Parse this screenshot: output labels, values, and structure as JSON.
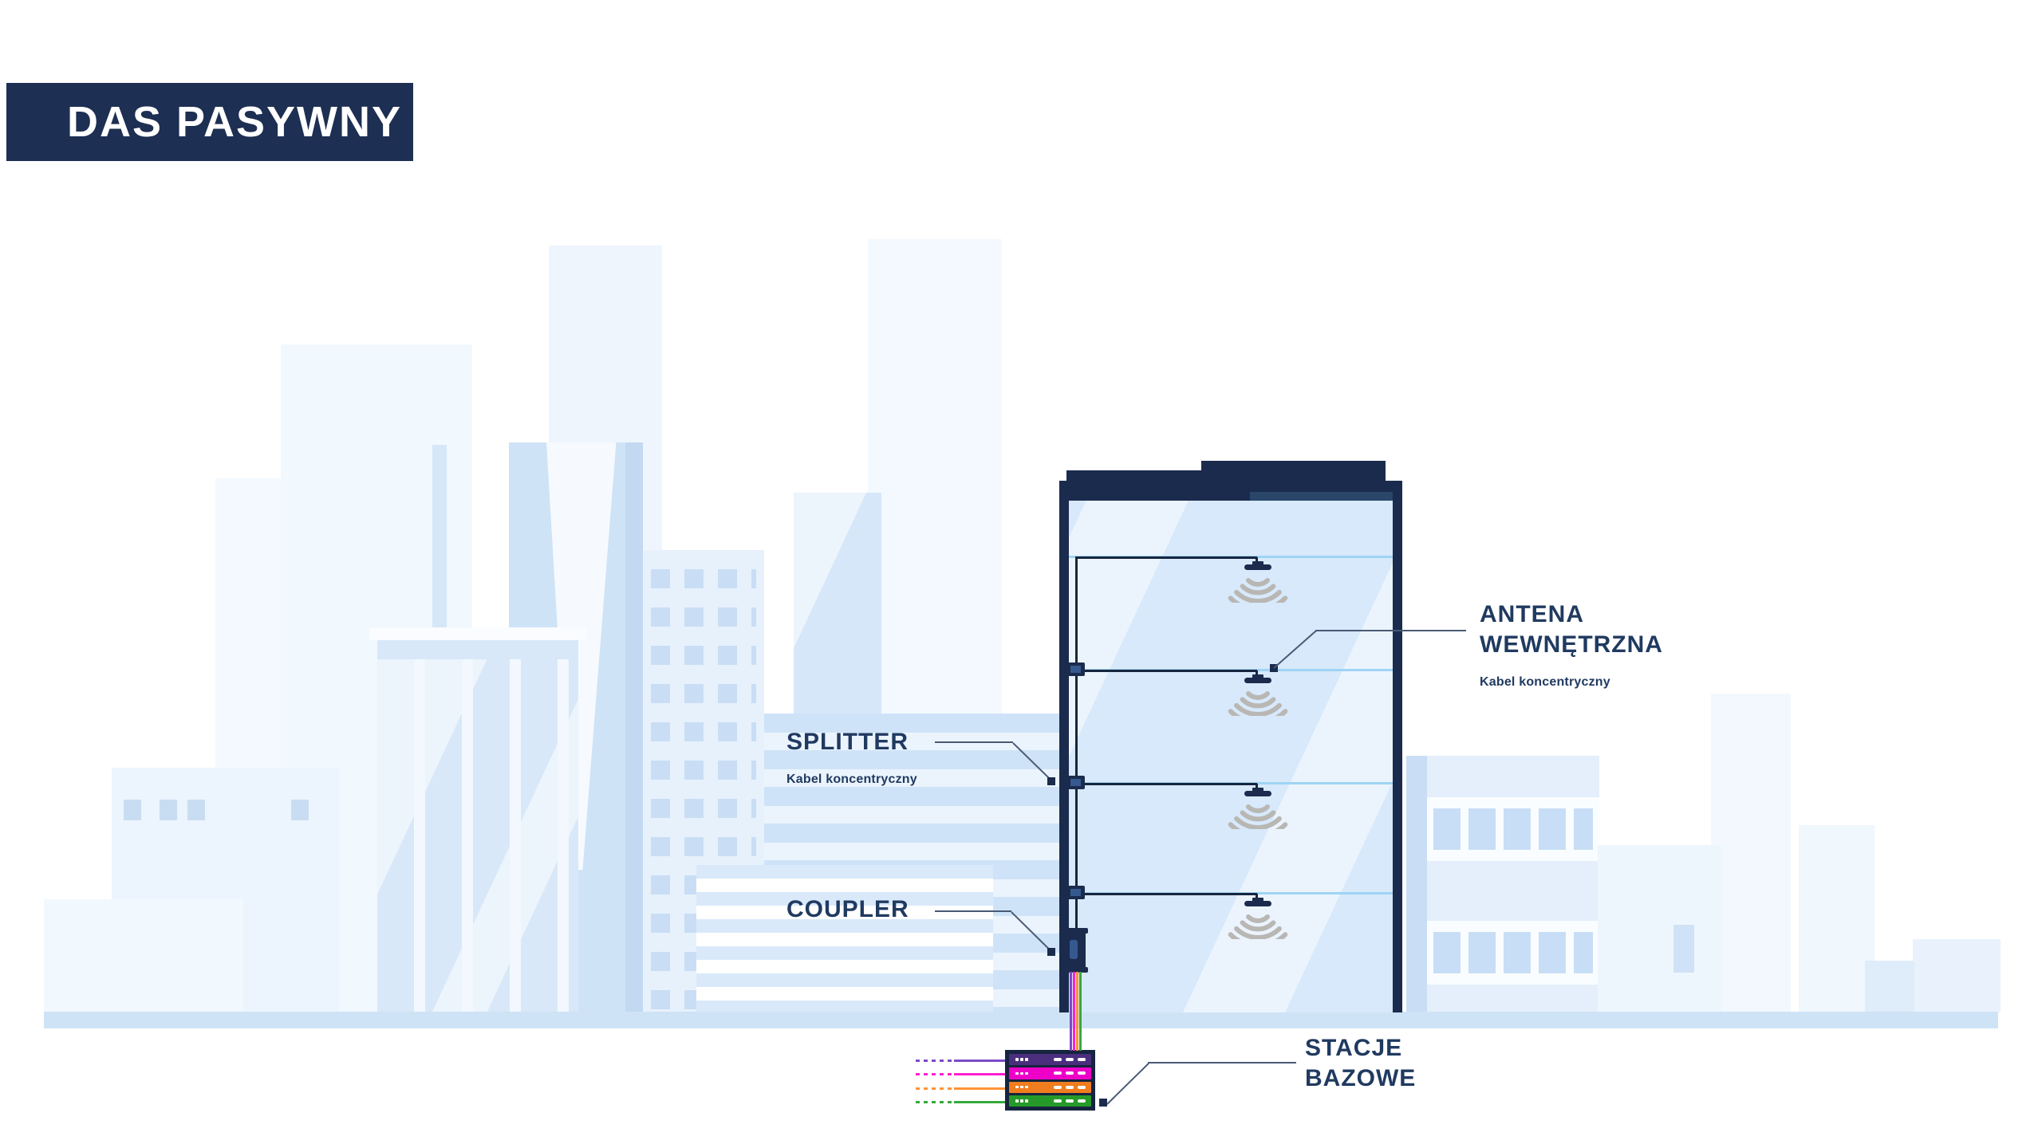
{
  "title": {
    "label": "DAS PASYWNY"
  },
  "labels": {
    "antenna_internal": {
      "line1": "ANTENA",
      "line2": "WEWNĘTRZNA",
      "sub": "Kabel koncentryczny"
    },
    "splitter": {
      "label": "SPLITTER",
      "sub": "Kabel koncentryczny"
    },
    "coupler": {
      "label": "COUPLER"
    },
    "base_stations": {
      "line1": "STACJE",
      "line2": "BAZOWE"
    }
  },
  "building": {
    "floors": 4,
    "antennas_per_floor": 1
  },
  "base_stations": {
    "units": [
      {
        "unit_color": "#4b2e7e",
        "cable_color": "#7c4bc8"
      },
      {
        "unit_color": "#ee00c8",
        "cable_color": "#ff1fd2"
      },
      {
        "unit_color": "#f07d1e",
        "cable_color": "#ff9435"
      },
      {
        "unit_color": "#259a28",
        "cable_color": "#37a93c"
      }
    ]
  },
  "colors": {
    "navy": "#1b2b4d",
    "title_bg": "#1d2f52",
    "roof_accent": "#2a4669",
    "interior": "#d7e9fb",
    "floor_line": "#9fd4f4",
    "arc": "#b9b7b4",
    "callout": "#4a5a75",
    "ground": "#cfe3f6",
    "label_text": "#203a60",
    "rack_border": "#16243f",
    "splitter_inner": "#35598f"
  }
}
